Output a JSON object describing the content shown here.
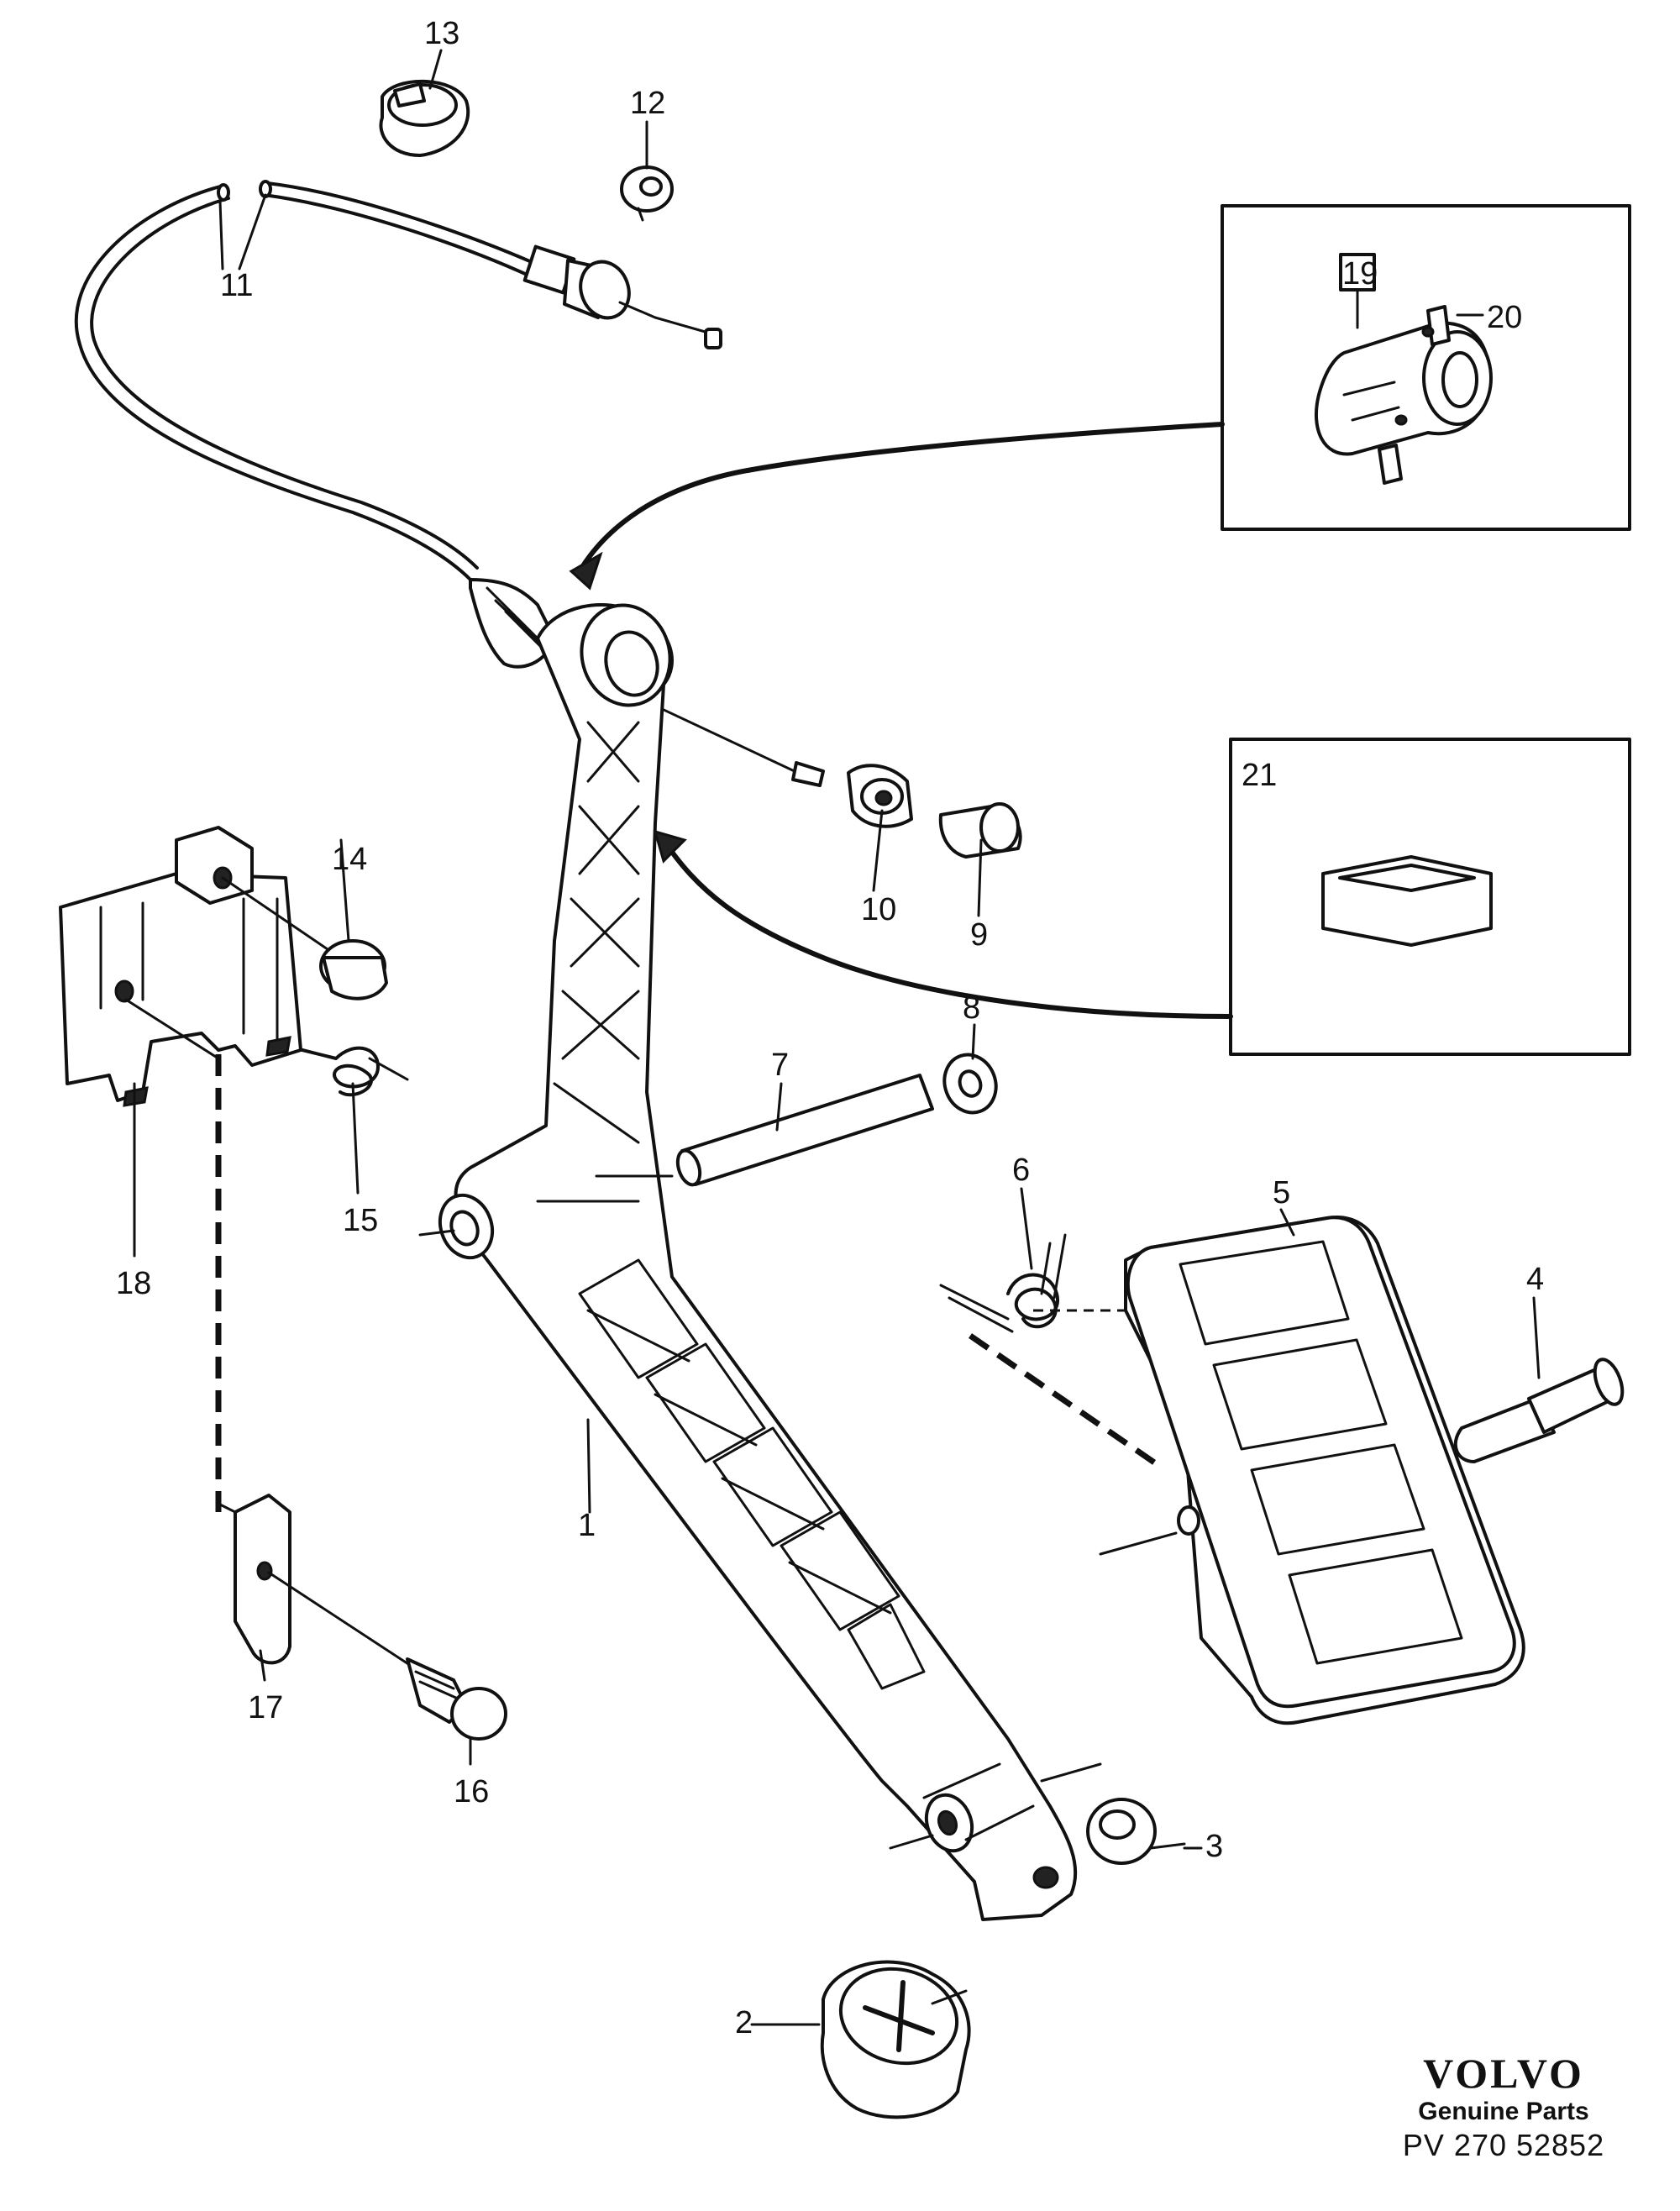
{
  "callouts": {
    "p1": "1",
    "p2": "2",
    "p3": "3",
    "p4": "4",
    "p5": "5",
    "p6": "6",
    "p7": "7",
    "p8": "8",
    "p9": "9",
    "p10": "10",
    "p11": "11",
    "p12": "12",
    "p13": "13",
    "p14": "14",
    "p15": "15",
    "p16": "16",
    "p17": "17",
    "p18": "18",
    "p19": "19",
    "p20": "20",
    "p21": "21"
  },
  "brand": {
    "logo": "VOLVO",
    "subtitle": "Genuine Parts",
    "code": "PV 270 52852"
  },
  "icons": {
    "pedal-arm": "accelerator-pedal-arm",
    "pedal-pad": "pedal-pad",
    "cable": "throttle-cable",
    "bracket": "mounting-bracket",
    "spring": "torsion-spring"
  }
}
